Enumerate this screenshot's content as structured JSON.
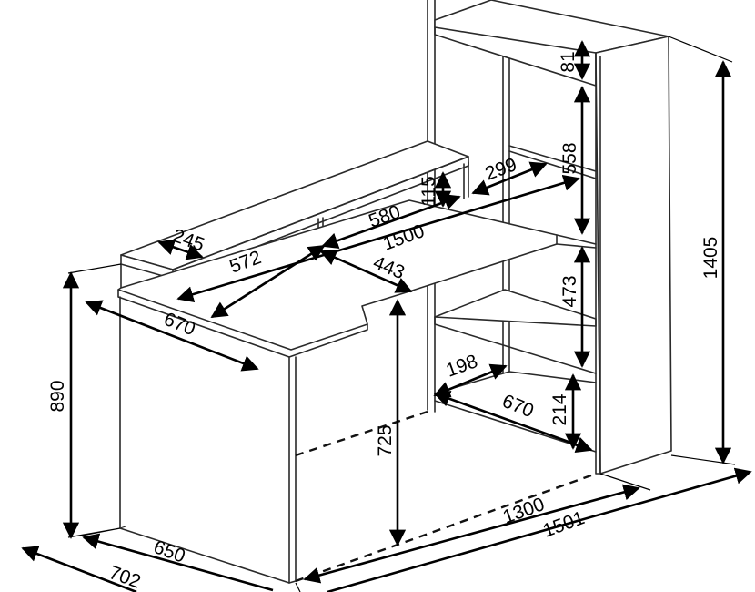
{
  "dimensions": [
    {
      "id": "height-top-gap",
      "text": "81"
    },
    {
      "id": "height-upper-shelf",
      "text": "558"
    },
    {
      "id": "total-height",
      "text": "1405"
    },
    {
      "id": "shelf-depth",
      "text": "299"
    },
    {
      "id": "riser-height",
      "text": "115"
    },
    {
      "id": "riser-middle-width",
      "text": "580"
    },
    {
      "id": "riser-length",
      "text": "1500"
    },
    {
      "id": "riser-depth",
      "text": "245"
    },
    {
      "id": "riser-left-width",
      "text": "572"
    },
    {
      "id": "desk-top-depth",
      "text": "443"
    },
    {
      "id": "desk-left-depth",
      "text": "670"
    },
    {
      "id": "desk-height",
      "text": "890"
    },
    {
      "id": "middle-shelf-height",
      "text": "473"
    },
    {
      "id": "bottom-shelf-depth",
      "text": "198"
    },
    {
      "id": "bottom-shelf-width",
      "text": "670"
    },
    {
      "id": "bottom-shelf-height",
      "text": "214"
    },
    {
      "id": "knee-height",
      "text": "725"
    },
    {
      "id": "inner-width",
      "text": "1300"
    },
    {
      "id": "overall-length",
      "text": "1501"
    },
    {
      "id": "pedestal-depth",
      "text": "650"
    },
    {
      "id": "overall-depth",
      "text": "702"
    }
  ]
}
